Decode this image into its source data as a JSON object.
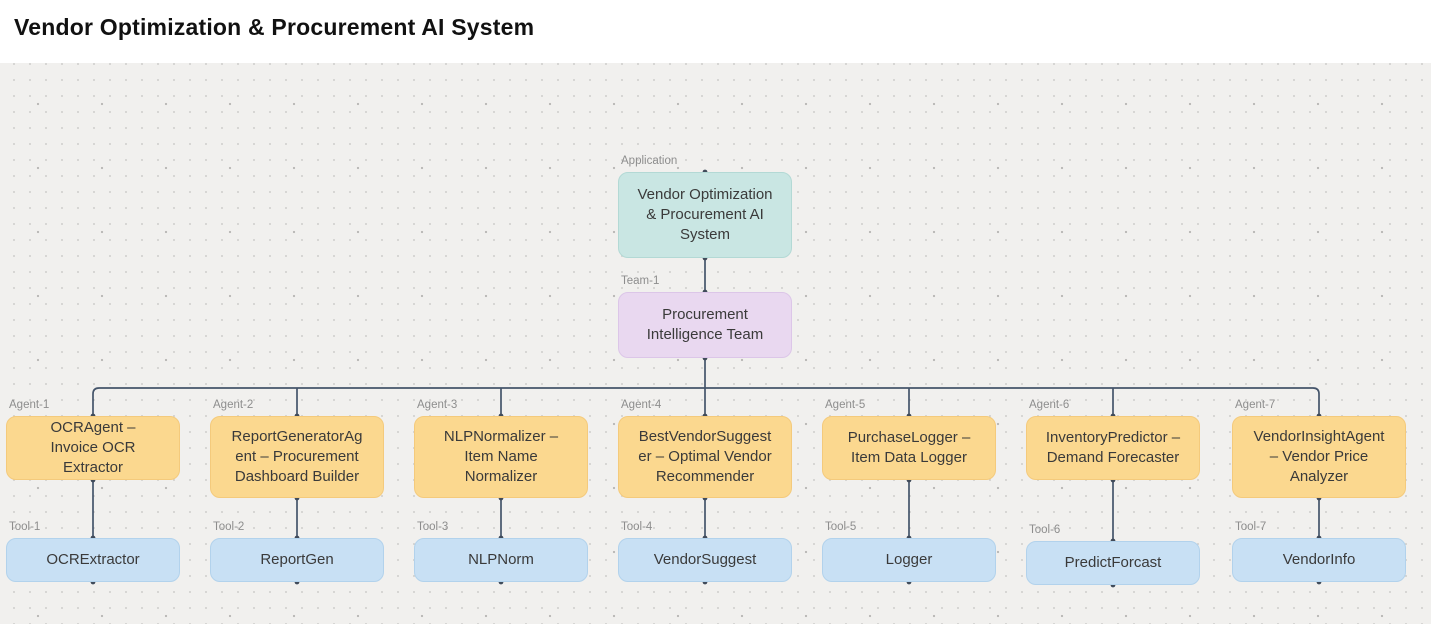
{
  "header": {
    "title": "Vendor Optimization & Procurement AI System"
  },
  "colors": {
    "canvas-bg": "#f1f0ee",
    "app-fill": "#c9e6e3",
    "team-fill": "#e9d8f0",
    "agent-fill": "#fbd88f",
    "tool-fill": "#c8e0f4",
    "connector": "#44546a",
    "tag-text": "#8d8d8d",
    "node-text": "#3a3a3a"
  },
  "diagram": {
    "application": {
      "tag": "Application",
      "label": "Vendor Optimization & Procurement AI System"
    },
    "team": {
      "tag": "Team-1",
      "label": "Procurement Intelligence Team"
    },
    "agents": [
      {
        "tag": "Agent-1",
        "label": "OCRAgent – Invoice OCR Extractor"
      },
      {
        "tag": "Agent-2",
        "label": "ReportGeneratorAgent – Procurement Dashboard Builder"
      },
      {
        "tag": "Agent-3",
        "label": "NLPNormalizer – Item Name Normalizer"
      },
      {
        "tag": "Agent-4",
        "label": "BestVendorSuggester – Optimal Vendor Recommender"
      },
      {
        "tag": "Agent-5",
        "label": "PurchaseLogger – Item Data Logger"
      },
      {
        "tag": "Agent-6",
        "label": "InventoryPredictor – Demand Forecaster"
      },
      {
        "tag": "Agent-7",
        "label": "VendorInsightAgent – Vendor Price Analyzer"
      }
    ],
    "tools": [
      {
        "tag": "Tool-1",
        "label": "OCRExtractor"
      },
      {
        "tag": "Tool-2",
        "label": "ReportGen"
      },
      {
        "tag": "Tool-3",
        "label": "NLPNorm"
      },
      {
        "tag": "Tool-4",
        "label": "VendorSuggest"
      },
      {
        "tag": "Tool-5",
        "label": "Logger"
      },
      {
        "tag": "Tool-6",
        "label": "PredictForcast"
      },
      {
        "tag": "Tool-7",
        "label": "VendorInfo"
      }
    ]
  }
}
